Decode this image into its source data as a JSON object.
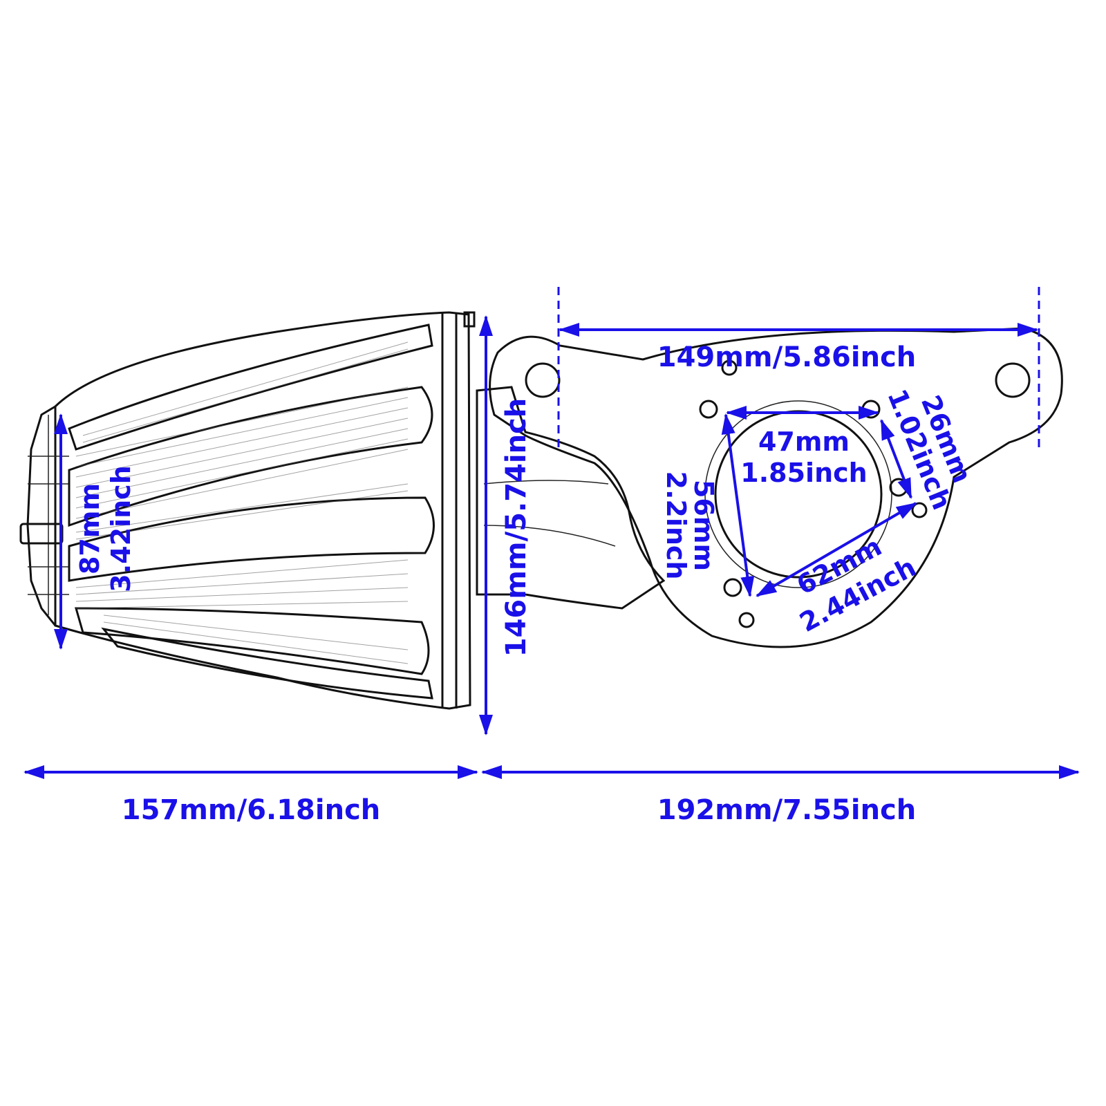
{
  "colors": {
    "dimension": "#1a10e8",
    "outline": "#111111",
    "background": "#ffffff"
  },
  "dimensions": {
    "overall_filter_length": "157mm/6.18inch",
    "overall_bracket_length": "192mm/7.55inch",
    "filter_height": "146mm/5.74inch",
    "mounting_hole_span": "149mm/5.86inch",
    "face_height_mm": "87mm",
    "face_height_in": "3.42inch",
    "hole_47_mm": "47mm",
    "hole_47_in": "1.85inch",
    "hole_56_mm": "56mm",
    "hole_56_in": "2.2inch",
    "hole_62_mm": "62mm",
    "hole_62_in": "2.44inch",
    "hole_26_mm": "26mm",
    "hole_26_in": "1.02inch"
  }
}
